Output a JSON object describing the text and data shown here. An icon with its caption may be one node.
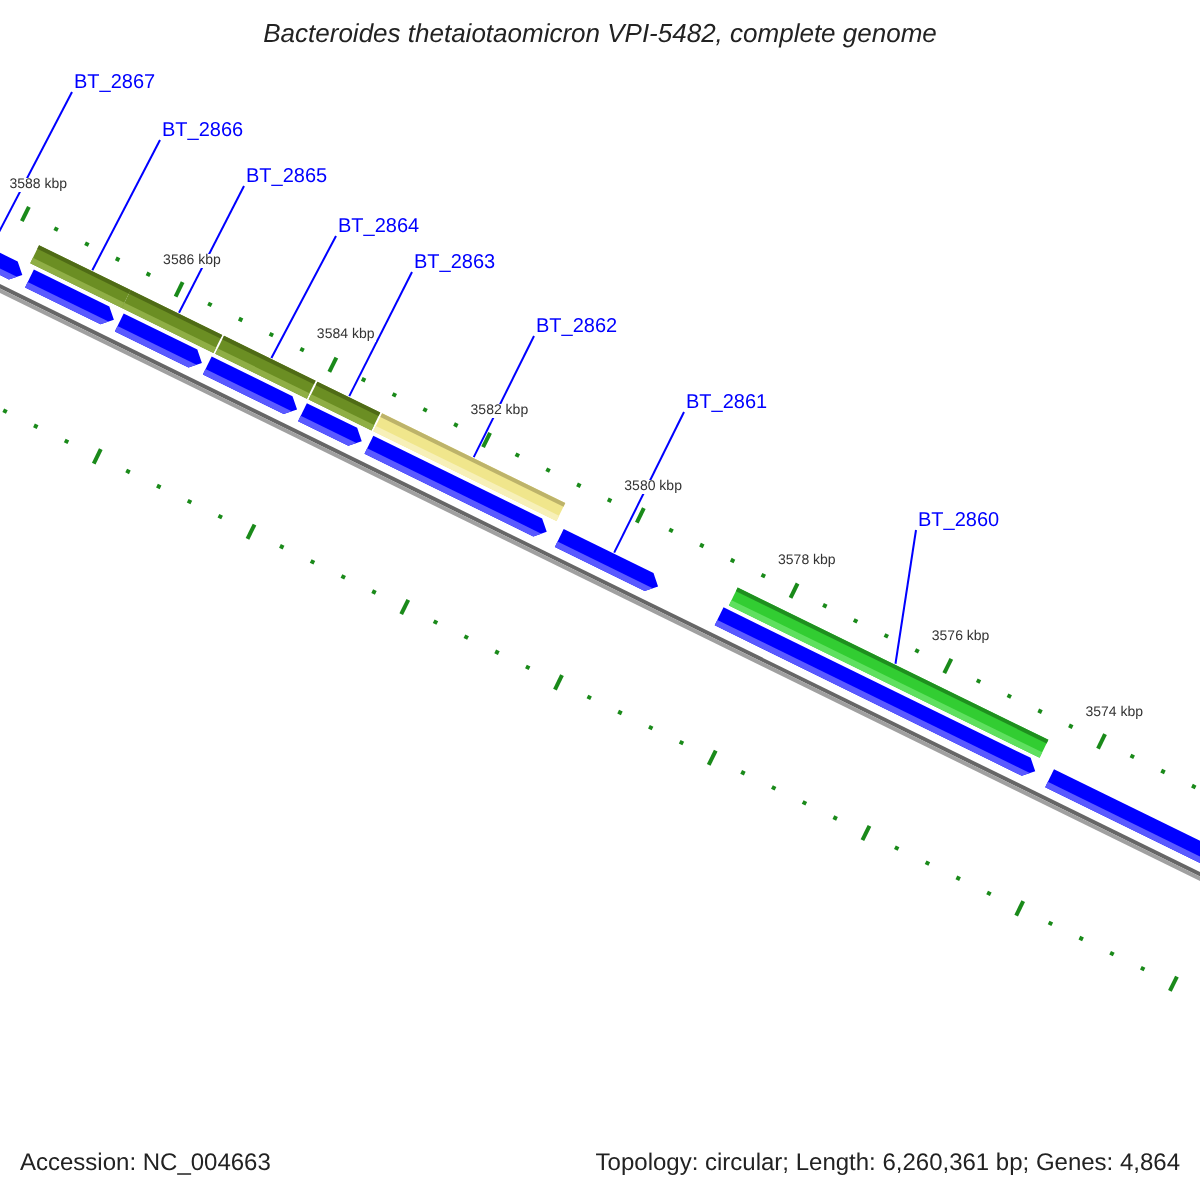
{
  "diagram": {
    "title": "Bacteroides thetaiotaomicron VPI-5482, complete genome",
    "nodes": [
      {
        "text": [
          "BT_2867"
        ]
      },
      {
        "text": [
          "BT_2866"
        ]
      },
      {
        "text": [
          "BT_2865"
        ]
      },
      {
        "text": [
          "BT_2864"
        ]
      },
      {
        "text": [
          "BT_2863"
        ]
      },
      {
        "text": [
          "BT_2862"
        ]
      },
      {
        "text": [
          "BT_2861"
        ]
      },
      {
        "text": [
          "BT_2860"
        ]
      },
      {
        "text": [],
        "shape": "bar"
      },
      {
        "text": [],
        "shape": "bar"
      },
      {
        "text": [],
        "shape": "bar"
      },
      {
        "text": [],
        "shape": "bar"
      },
      {
        "text": [],
        "shape": "bar"
      },
      {
        "text": [],
        "shape": "bar"
      },
      {
        "text": [],
        "shape": "bar"
      },
      {
        "text": [],
        "shape": "bar"
      }
    ],
    "edges": [
      {
        "from": 0,
        "to": 8,
        "arrow": "none"
      },
      {
        "from": 1,
        "to": 9,
        "arrow": "none"
      },
      {
        "from": 2,
        "to": 10,
        "arrow": "none"
      },
      {
        "from": 3,
        "to": 11,
        "arrow": "none"
      },
      {
        "from": 4,
        "to": 12,
        "arrow": "none"
      },
      {
        "from": 5,
        "to": 13,
        "arrow": "none"
      },
      {
        "from": 6,
        "to": 14,
        "arrow": "none"
      },
      {
        "from": 7,
        "to": 15,
        "arrow": "none"
      }
    ],
    "labels": [
      "3588 kbp",
      "3586 kbp",
      "3584 kbp",
      "3582 kbp",
      "3580 kbp",
      "3578 kbp",
      "3576 kbp",
      "3574 kbp",
      "Accession: NC_004663",
      "Topology: circular; Length: 6,260,361 bp; Genes: 4,864"
    ]
  }
}
